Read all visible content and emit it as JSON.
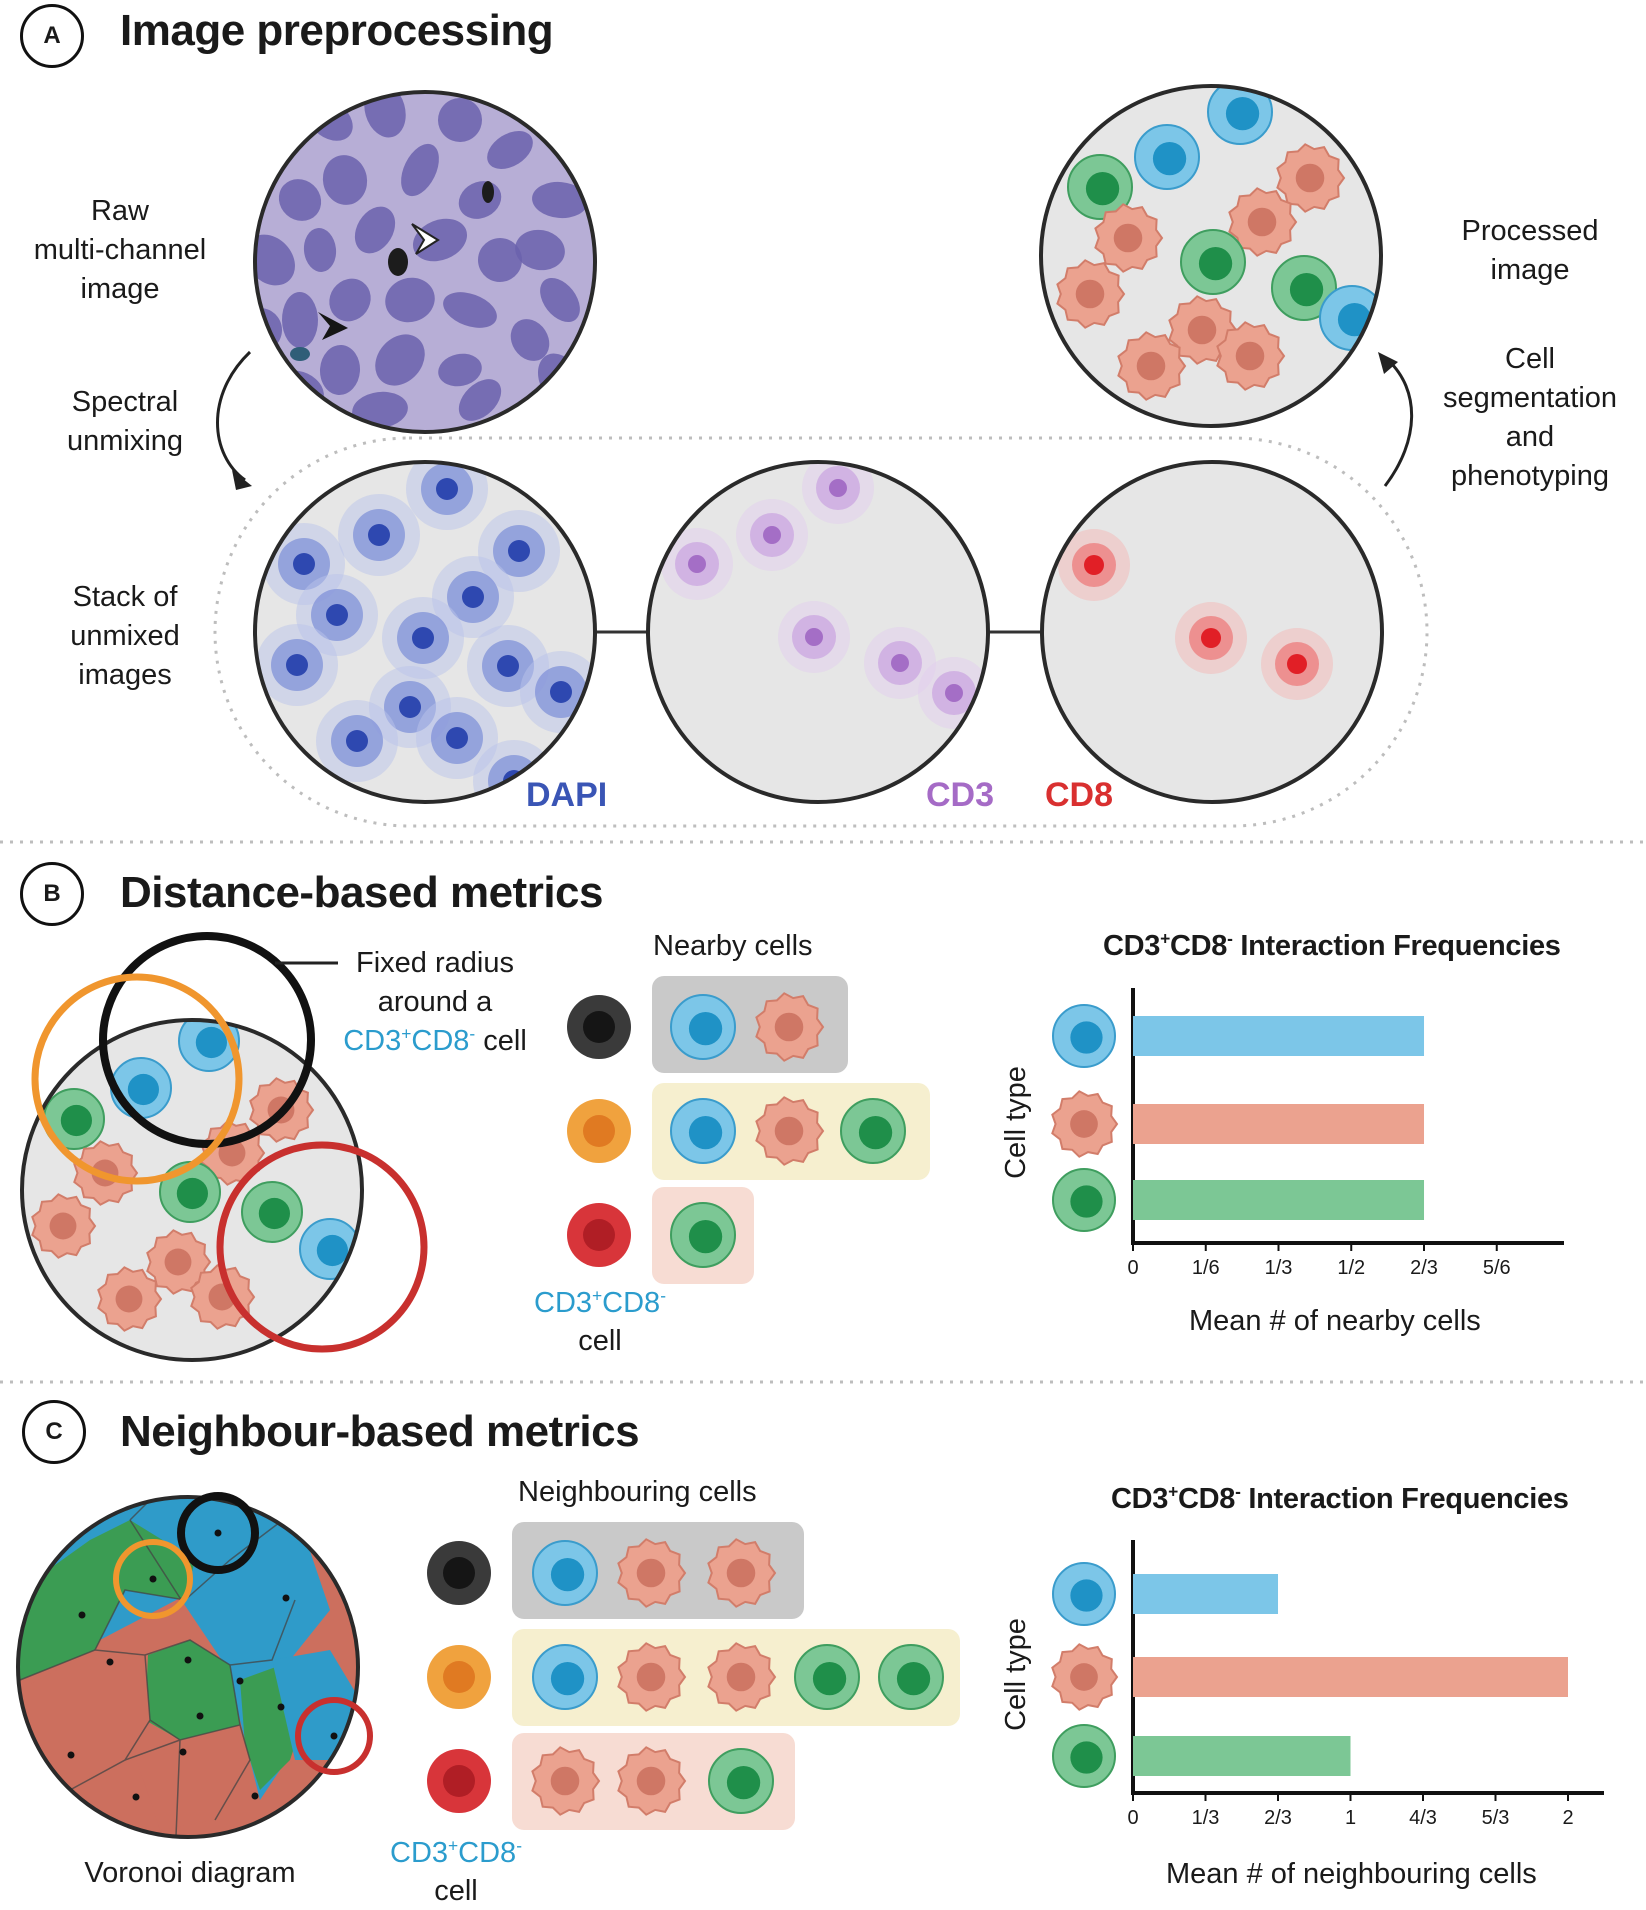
{
  "sections": {
    "a": {
      "badge": "A",
      "title": "Image preprocessing",
      "raw_label": [
        "Raw",
        "multi-channel",
        "image"
      ],
      "unmix_label": [
        "Spectral",
        "unmixing"
      ],
      "stack_label": [
        "Stack of",
        "unmixed",
        "images"
      ],
      "processed_label": [
        "Processed",
        "image"
      ],
      "seg_label": [
        "Cell",
        "segmentation",
        "and",
        "phenotyping"
      ],
      "channels": [
        "DAPI",
        "CD3",
        "CD8"
      ]
    },
    "b": {
      "badge": "B",
      "title": "Distance-based metrics",
      "radius_label": [
        "Fixed radius",
        "around a"
      ],
      "radius_cell_word": "cell",
      "nearby_header": "Nearby cells",
      "marker_a": "CD3",
      "marker_a_sup": "+",
      "marker_b": "CD8",
      "marker_b_sup": "-",
      "cell_word": "cell",
      "chart_title": "Interaction Frequencies",
      "y_label": "Cell type",
      "x_label": "Mean # of nearby cells",
      "ticks": [
        "0",
        "1/6",
        "1/3",
        "1/2",
        "2/3",
        "5/6"
      ]
    },
    "c": {
      "badge": "C",
      "title": "Neighbour-based metrics",
      "voronoi_label": "Voronoi diagram",
      "neigh_header": "Neighbouring cells",
      "cell_word": "cell",
      "chart_title": "Interaction Frequencies",
      "y_label": "Cell type",
      "x_label": "Mean # of neighbouring cells",
      "ticks": [
        "0",
        "1/3",
        "2/3",
        "1",
        "4/3",
        "5/3",
        "2"
      ]
    }
  },
  "colors": {
    "dapi": "#3a55b5",
    "cd3": "#a56bc6",
    "cd8": "#d93030",
    "teal": "#2b9ccd",
    "blue_cell": "#7cc6e8",
    "red_cell": "#eba28f",
    "green_cell": "#7cc795",
    "selector_black": "#3a3a3a",
    "selector_orange": "#f0a23e",
    "selector_red": "#d8353a"
  },
  "chart_data": [
    {
      "type": "bar",
      "orientation": "horizontal",
      "title": "CD3+CD8- Interaction Frequencies",
      "xlabel": "Mean # of nearby cells",
      "ylabel": "Cell type",
      "categories": [
        "CD3+CD8- cell (blue)",
        "tumour cell (red)",
        "CD8 cell (green)"
      ],
      "values": [
        0.6667,
        0.6667,
        0.6667
      ],
      "xlim": [
        0,
        1
      ],
      "xticks": [
        "0",
        "1/6",
        "1/3",
        "1/2",
        "2/3",
        "5/6"
      ]
    },
    {
      "type": "bar",
      "orientation": "horizontal",
      "title": "CD3+CD8- Interaction Frequencies",
      "xlabel": "Mean # of neighbouring cells",
      "ylabel": "Cell type",
      "categories": [
        "CD3+CD8- cell (blue)",
        "tumour cell (red)",
        "CD8 cell (green)"
      ],
      "values": [
        0.6667,
        2.0,
        1.0
      ],
      "xlim": [
        0,
        2.1
      ],
      "xticks": [
        "0",
        "1/3",
        "2/3",
        "1",
        "4/3",
        "5/3",
        "2"
      ]
    }
  ]
}
